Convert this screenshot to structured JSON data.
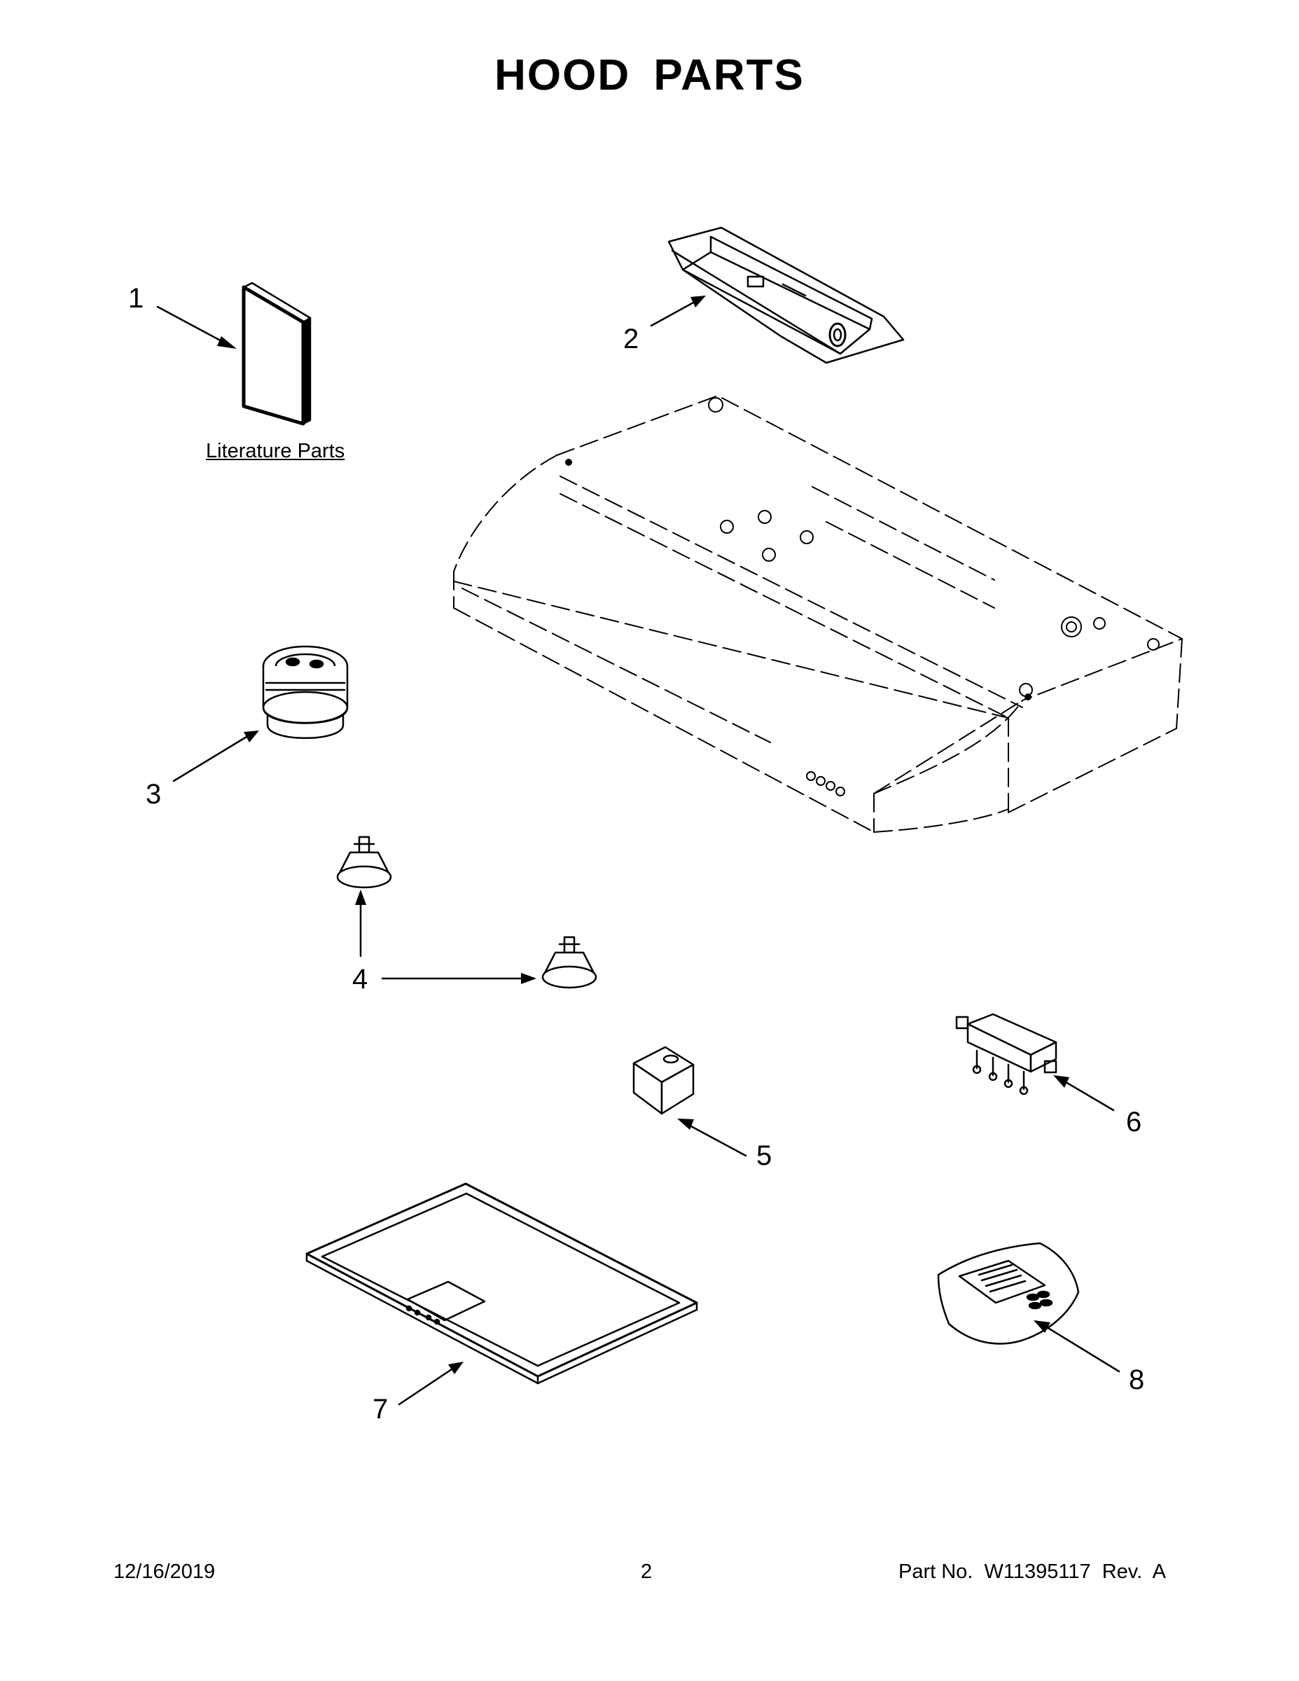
{
  "title": "HOOD PARTS",
  "literature_link": "Literature Parts",
  "callouts": {
    "c1": "1",
    "c2": "2",
    "c3": "3",
    "c4": "4",
    "c5": "5",
    "c6": "6",
    "c7": "7",
    "c8": "8"
  },
  "footer": {
    "date": "12/16/2019",
    "page": "2",
    "part_no": "Part No.  W11395117  Rev.  A"
  }
}
